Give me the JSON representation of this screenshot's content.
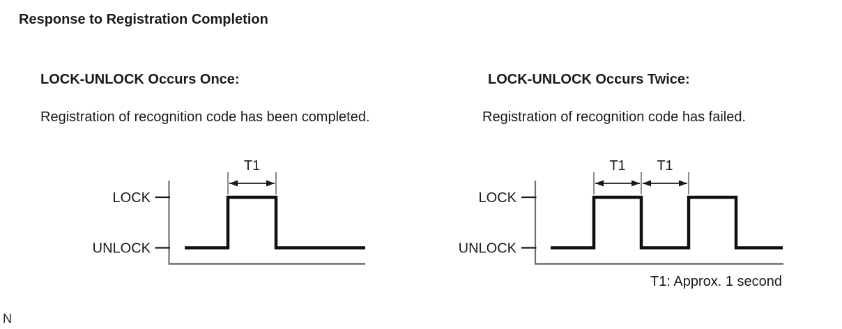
{
  "title": "Response to Registration Completion",
  "page_marker": "N",
  "note": "T1: Approx. 1 second",
  "sections": [
    {
      "heading": "LOCK-UNLOCK Occurs Once:",
      "description": "Registration of recognition code has been completed."
    },
    {
      "heading": "LOCK-UNLOCK Occurs Twice:",
      "description": "Registration of recognition code has failed."
    }
  ],
  "diagrams": [
    {
      "name": "timing-diagram-once",
      "y_labels": {
        "high": "LOCK",
        "low": "UNLOCK"
      },
      "segments": [
        {
          "level": "low"
        },
        {
          "level": "high",
          "annotation": "T1"
        },
        {
          "level": "low"
        }
      ]
    },
    {
      "name": "timing-diagram-twice",
      "y_labels": {
        "high": "LOCK",
        "low": "UNLOCK"
      },
      "segments": [
        {
          "level": "low"
        },
        {
          "level": "high",
          "annotation": "T1"
        },
        {
          "level": "low",
          "annotation": "T1"
        },
        {
          "level": "high"
        },
        {
          "level": "low"
        }
      ]
    }
  ],
  "colors": {
    "text": "#1a1a1a",
    "axis_line": "#6f6f6f",
    "extension_line": "#8c8c8c",
    "tick": "#1a1a1a",
    "waveform": "#101010",
    "background": "#ffffff"
  }
}
